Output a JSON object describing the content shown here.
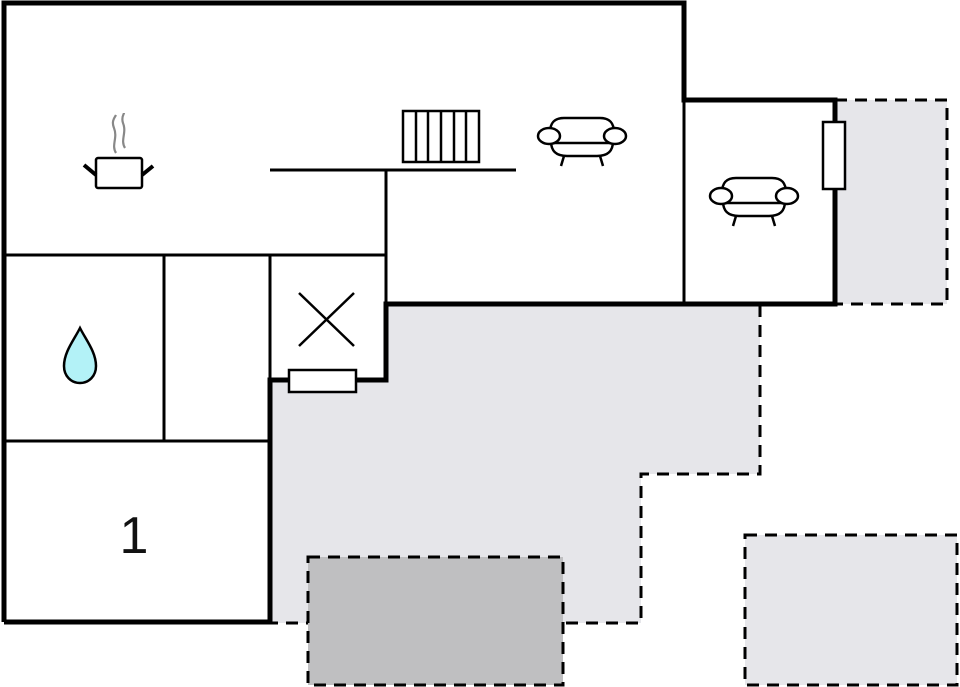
{
  "diagram": {
    "type": "floor-plan",
    "colors": {
      "wall": "#000000",
      "floor": "#ffffff",
      "terrace": "#e6e6ea",
      "terrace_dark": "#bfbfc1",
      "water": "#b3f2f7",
      "steam": "#8a8a8a"
    },
    "rooms": [
      {
        "id": "kitchen-living",
        "icon": "cooking-pot-icon"
      },
      {
        "id": "living-room",
        "icons": [
          "radiator-icon",
          "armchair-icon"
        ]
      },
      {
        "id": "side-room",
        "icon": "armchair-icon"
      },
      {
        "id": "bathroom",
        "icon": "water-drop-icon"
      },
      {
        "id": "closet"
      },
      {
        "id": "hall",
        "icon": "entrance-cross-icon"
      },
      {
        "id": "bedroom-1",
        "label": "1"
      }
    ],
    "outdoor_areas": [
      {
        "id": "terrace-main",
        "style": "dashed-light"
      },
      {
        "id": "terrace-right",
        "style": "dashed-light"
      },
      {
        "id": "terrace-bottom-right",
        "style": "dashed-light"
      },
      {
        "id": "pool-or-deck",
        "style": "dashed-dark"
      }
    ],
    "bedroom_label": "1"
  }
}
